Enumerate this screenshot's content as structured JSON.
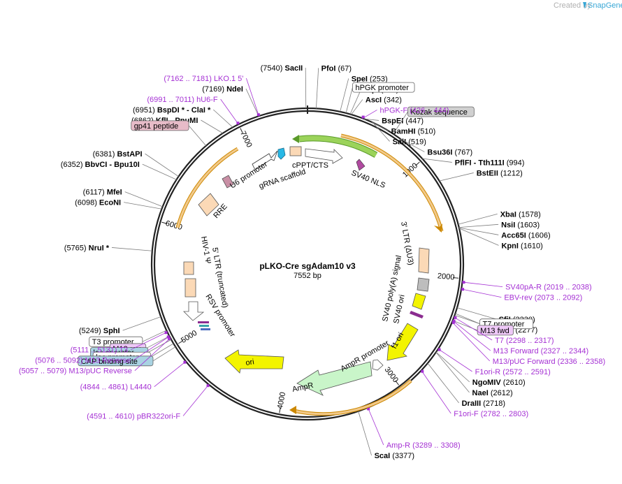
{
  "watermark": "Created by",
  "brand": "SnapGene",
  "plasmid": {
    "name": "pLKO-Cre sgAdam10 v3",
    "length": "7552 bp"
  },
  "ticks": [
    {
      "label": "1000",
      "pos": 1000
    },
    {
      "label": "2000",
      "pos": 2000
    },
    {
      "label": "3000",
      "pos": 3000
    },
    {
      "label": "4000",
      "pos": 4000
    },
    {
      "label": "5000",
      "pos": 5000
    },
    {
      "label": "6000",
      "pos": 6000
    },
    {
      "label": "7000",
      "pos": 7000
    }
  ],
  "sites": [
    {
      "name": "SacII",
      "pos": "(7540)",
      "bp": 7540
    },
    {
      "name": "PfoI",
      "pos": "(67)",
      "bp": 67
    },
    {
      "name": "SpeI",
      "pos": "(253)",
      "bp": 253
    },
    {
      "name": "BlpI",
      "pos": "(333)",
      "bp": 333
    },
    {
      "name": "AscI",
      "pos": "(342)",
      "bp": 342
    },
    {
      "name": "BspEI",
      "pos": "(447)",
      "bp": 447
    },
    {
      "name": "BamHI",
      "pos": "(510)",
      "bp": 510
    },
    {
      "name": "SalI",
      "pos": "(519)",
      "bp": 519
    },
    {
      "name": "Bsu36I",
      "pos": "(767)",
      "bp": 767
    },
    {
      "name": "PflFI  -  Tth111I",
      "pos": "(994)",
      "bp": 994
    },
    {
      "name": "BstEII",
      "pos": "(1212)",
      "bp": 1212
    },
    {
      "name": "XbaI",
      "pos": "(1578)",
      "bp": 1578
    },
    {
      "name": "NsiI",
      "pos": "(1603)",
      "bp": 1603
    },
    {
      "name": "Acc65I",
      "pos": "(1606)",
      "bp": 1606
    },
    {
      "name": "KpnI",
      "pos": "(1610)",
      "bp": 1610
    },
    {
      "name": "SfiI",
      "pos": "(2230)",
      "bp": 2230
    },
    {
      "name": "AvrII",
      "pos": "(2277)",
      "bp": 2277
    },
    {
      "name": "NgoMIV",
      "pos": "(2610)",
      "bp": 2610
    },
    {
      "name": "NaeI",
      "pos": "(2612)",
      "bp": 2612
    },
    {
      "name": "DraIII",
      "pos": "(2718)",
      "bp": 2718
    },
    {
      "name": "ScaI",
      "pos": "(3377)",
      "bp": 3377
    },
    {
      "name": "SphI",
      "pos": "(5249)",
      "bp": 5249
    },
    {
      "name": "NruI *",
      "pos": "(5765)",
      "bp": 5765
    },
    {
      "name": "EcoNI",
      "pos": "(6098)",
      "bp": 6098
    },
    {
      "name": "MfeI",
      "pos": "(6117)",
      "bp": 6117
    },
    {
      "name": "BbvCI  -  Bpu10I",
      "pos": "(6352)",
      "bp": 6352
    },
    {
      "name": "BstAPI",
      "pos": "(6381)",
      "bp": 6381
    },
    {
      "name": "KflI  -  PpuMI",
      "pos": "(6862)",
      "bp": 6862
    },
    {
      "name": "BspDI *  -  ClaI *",
      "pos": "(6951)",
      "bp": 6951
    },
    {
      "name": "NdeI",
      "pos": "(7169)",
      "bp": 7169
    }
  ],
  "primers": [
    {
      "name": "LKO.1 5'",
      "pos": "(7162 .. 7181)",
      "bp": 7171
    },
    {
      "name": "hU6-F",
      "pos": "(6991 .. 7011)",
      "bp": 7001
    },
    {
      "name": "hPGK-F",
      "pos": "(426 .. 444)",
      "bp": 435
    },
    {
      "name": "SV40pA-R",
      "pos": "(2019 .. 2038)",
      "bp": 2028
    },
    {
      "name": "EBV-rev",
      "pos": "(2073 .. 2092)",
      "bp": 2082
    },
    {
      "name": "T7",
      "pos": "(2298 .. 2317)",
      "bp": 2307
    },
    {
      "name": "M13 Forward",
      "pos": "(2327 .. 2344)",
      "bp": 2335
    },
    {
      "name": "M13/pUC Forward",
      "pos": "(2336 .. 2358)",
      "bp": 2347
    },
    {
      "name": "F1ori-R",
      "pos": "(2572 .. 2591)",
      "bp": 2581
    },
    {
      "name": "F1ori-F",
      "pos": "(2782 .. 2803)",
      "bp": 2792
    },
    {
      "name": "Amp-R",
      "pos": "(3289 .. 3308)",
      "bp": 3298
    },
    {
      "name": "T3",
      "pos": "(5111 .. 5131)",
      "bp": 5121
    },
    {
      "name": "M13 Reverse",
      "pos": "(5076 .. 5092)",
      "bp": 5084
    },
    {
      "name": "M13/pUC Reverse",
      "pos": "(5057 .. 5079)",
      "bp": 5068
    },
    {
      "name": "L4440",
      "pos": "(4844 .. 4861)",
      "bp": 4852
    },
    {
      "name": "pBR322ori-F",
      "pos": "(4591 .. 4610)",
      "bp": 4600
    }
  ],
  "boxed_labels": [
    {
      "text": "hPGK promoter",
      "style": "white"
    },
    {
      "text": "Kozak sequence",
      "style": "gray"
    },
    {
      "text": "T7 promoter",
      "style": "white"
    },
    {
      "text": "M13 fwd",
      "style": "pink"
    },
    {
      "text": "T3 promoter",
      "style": "white"
    },
    {
      "text": "M13 rev",
      "style": "pink"
    },
    {
      "text": "lac operator",
      "style": "blue"
    },
    {
      "text": "lac promoter",
      "style": "white"
    },
    {
      "text": "CAP binding site",
      "style": "blue"
    },
    {
      "text": "gp41 peptide",
      "style": "pink"
    }
  ],
  "features": {
    "u6_promoter": "U6 promoter",
    "grna_scaffold": "gRNA scaffold",
    "cppt": "cPPT/CTS",
    "sv40_nls": "SV40 NLS",
    "rre": "RRE",
    "ltr3": "3' LTR (ΔU3)",
    "sv40_polya": "SV40 poly(A) signal",
    "sv40_ori": "SV40 ori",
    "f1_ori": "f1 ori",
    "ampr_promoter": "AmpR promoter",
    "ampr": "AmpR",
    "ori": "ori",
    "rsv_promoter": "RSV promoter",
    "ltr5": "5' LTR (truncated)",
    "hiv_psi": "HIV-1 Ψ"
  },
  "colors": {
    "ring": "#222222",
    "primer": "#a531d4",
    "orf_outline": "#cc8800",
    "orf_fill": "#f2c98a",
    "cre_green": "#9bd35a",
    "yellow": "#f3f400",
    "ampr_fill": "#c9f5c9",
    "peach": "#fbd9b6",
    "u6_blue": "#27b8e6",
    "pink_box": "#e7bbc8",
    "purple_box": "#eec8f7",
    "blue_box": "#a9d3e2",
    "gray_box": "#d0d0d0"
  }
}
